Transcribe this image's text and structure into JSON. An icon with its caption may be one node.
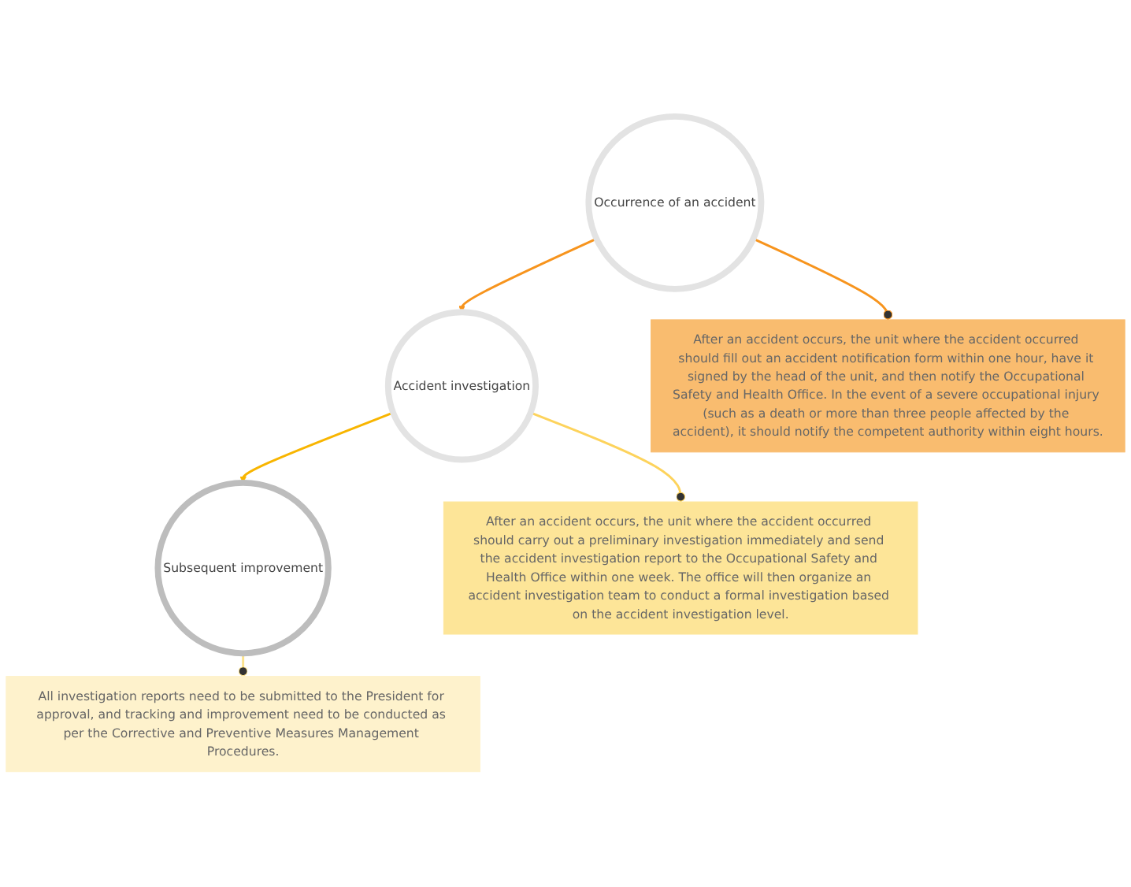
{
  "diagram": {
    "nodes": [
      {
        "text": [
          "Occurrence of an accident"
        ]
      },
      {
        "text": [
          "After an accident occurs, the unit where the accident occurred should fill out an accident notification form within one hour, have it signed by the head of the unit, and then notify the Occupational Safety and Health Office. In the event of a severe occupational injury (such as a death or more than three people affected by the accident), it should notify the competent authority within eight hours."
        ]
      },
      {
        "text": [
          "Accident investigation"
        ]
      },
      {
        "text": [
          "After an accident occurs, the unit where the accident occurred should carry out a preliminary investigation immediately and send the accident investigation report to the Occupational Safety and Health Office within one week. The office will then organize an accident investigation team to conduct a formal investigation based on the accident investigation level."
        ]
      },
      {
        "text": [
          "Subsequent improvement"
        ]
      },
      {
        "text": [
          "All investigation reports need to be submitted to the President for approval, and tracking and improvement need to be conducted as per the Corrective and Preventive Measures Management Procedures."
        ]
      }
    ],
    "edges": [
      {
        "from": 0,
        "to": 1,
        "arrow": "other",
        "color": "#f7941d"
      },
      {
        "from": 0,
        "to": 2,
        "arrow": "to",
        "color": "#f7941d"
      },
      {
        "from": 2,
        "to": 3,
        "arrow": "other"
      },
      {
        "from": 2,
        "to": 4,
        "arrow": "to",
        "color": "#f8b500"
      },
      {
        "from": 4,
        "to": 5,
        "arrow": "other",
        "color": "#fde38c"
      }
    ]
  }
}
